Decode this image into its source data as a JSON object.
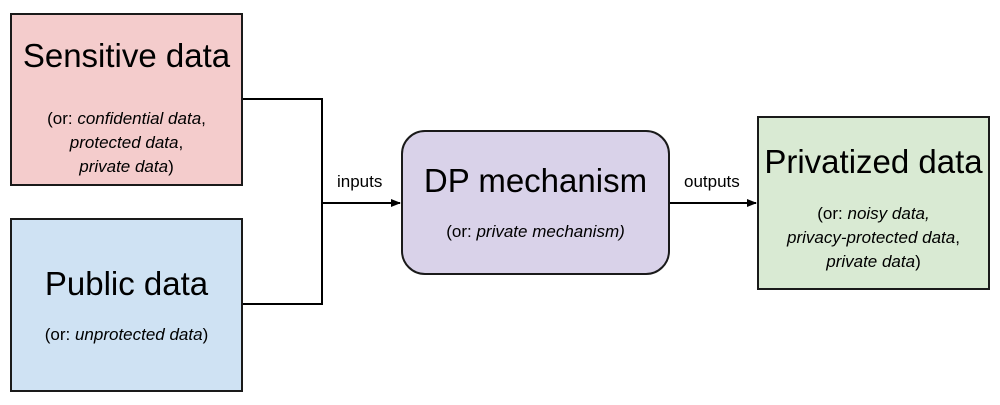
{
  "nodes": {
    "sensitive": {
      "title": "Sensitive data",
      "note_lines": [
        [
          "(or: ",
          "confidential data",
          ","
        ],
        [
          "",
          "protected data",
          ","
        ],
        [
          "",
          "private data",
          ")"
        ]
      ],
      "fill": "#f4cccc"
    },
    "public": {
      "title": "Public data",
      "note_lines": [
        [
          "(or: ",
          "unprotected data",
          ")"
        ]
      ],
      "fill": "#cfe2f3"
    },
    "dp": {
      "title": "DP mechanism",
      "note_lines": [
        [
          "(or: ",
          "private mechanism)",
          ""
        ]
      ],
      "fill": "#d9d2e9"
    },
    "privatized": {
      "title": "Privatized data",
      "note_lines": [
        [
          "(or: ",
          "noisy data,",
          ""
        ],
        [
          "",
          "privacy-protected data",
          ","
        ],
        [
          "",
          "private data",
          ")"
        ]
      ],
      "fill": "#d9ead3"
    }
  },
  "edges": {
    "inputs_label": "inputs",
    "outputs_label": "outputs"
  }
}
